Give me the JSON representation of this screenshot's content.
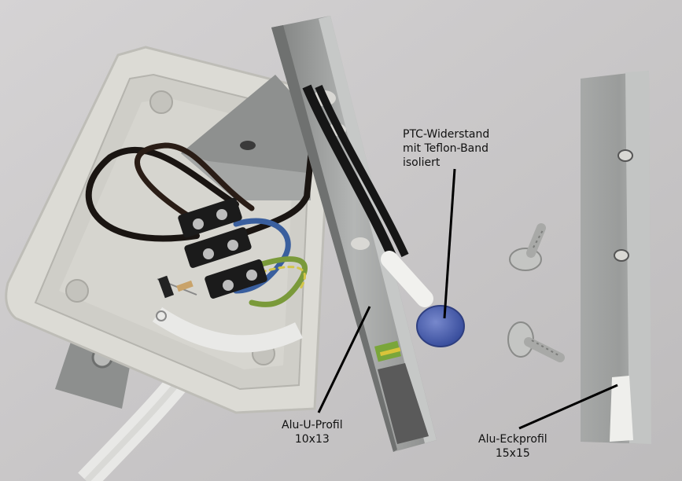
{
  "labels": {
    "ptc": {
      "line1": "PTC-Widerstand",
      "line2": "mit Teflon-Band",
      "line3": "isoliert"
    },
    "u_profile": {
      "line1": "Alu-U-Profil",
      "line2": "10x13"
    },
    "corner_profile": {
      "line1": "Alu-Eckprofil",
      "line2": "15x15"
    }
  },
  "colors": {
    "background": "#c9c7c8",
    "junction_box": "#d9d8d2",
    "aluminium": "#9fa1a0",
    "wire_black": "#1a1512",
    "wire_blue": "#3a5f9e",
    "wire_green_yellow": "#7a9a3a",
    "ptc_disc": "#4a5fb0"
  }
}
